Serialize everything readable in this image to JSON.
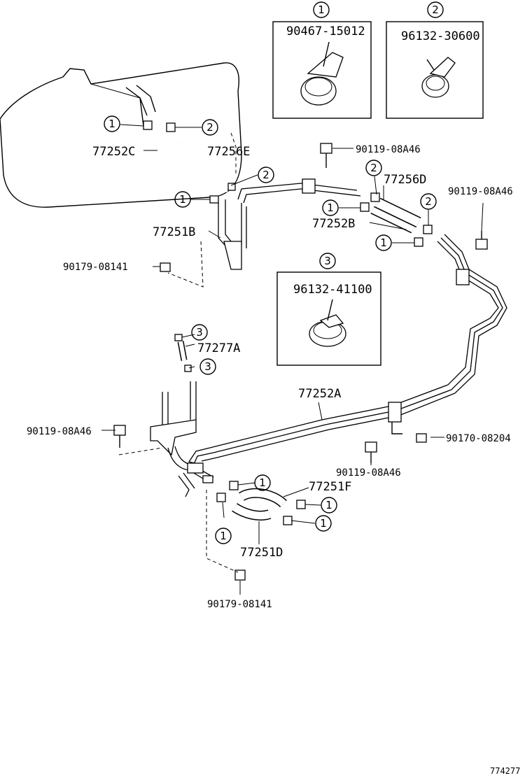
{
  "legend_boxes": [
    {
      "num": "1",
      "part": "90467-15012"
    },
    {
      "num": "2",
      "part": "96132-30600"
    },
    {
      "num": "3",
      "part": "96132-41100"
    }
  ],
  "callouts": {
    "c1": "1",
    "c2": "2",
    "c3": "3"
  },
  "labels": {
    "p77252c": "77252C",
    "p77256e": "77256E",
    "p90119_a": "90119-08A46",
    "p77256d": "77256D",
    "p90119_b": "90119-08A46",
    "p77252b": "77252B",
    "p77251b": "77251B",
    "p90179_a": "90179-08141",
    "p77277a": "77277A",
    "p77252a": "77252A",
    "p90119_c": "90119-08A46",
    "p90170": "90170-08204",
    "p90119_d": "90119-08A46",
    "p77251f": "77251F",
    "p77251d": "77251D",
    "p90179_b": "90179-08141",
    "diagram_code": "774277"
  }
}
